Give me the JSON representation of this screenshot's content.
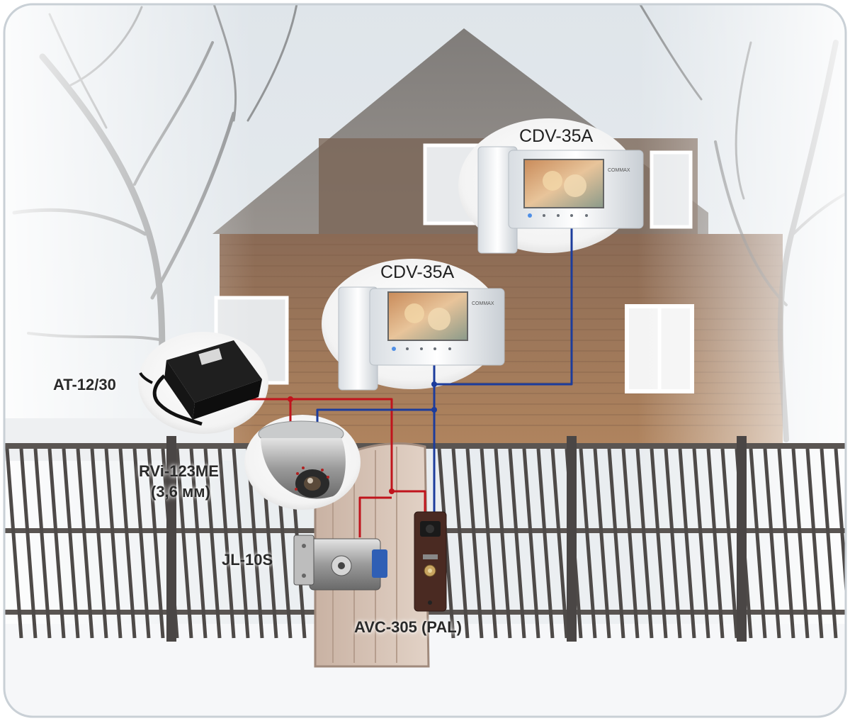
{
  "devices": {
    "monitor_top": {
      "model": "CDV-35A"
    },
    "monitor_bottom": {
      "model": "CDV-35A"
    },
    "power_supply": {
      "model": "AT-12/30"
    },
    "camera": {
      "model": "RVi-123ME",
      "lens": "(3,6 мм)"
    },
    "lock": {
      "model": "JL-10S"
    },
    "door_panel": {
      "model": "AVC-305 (PAL)"
    },
    "monitor_brand": "COMMAX"
  },
  "wire_colors": {
    "power": "#c0141c",
    "video": "#1c3c9c"
  }
}
